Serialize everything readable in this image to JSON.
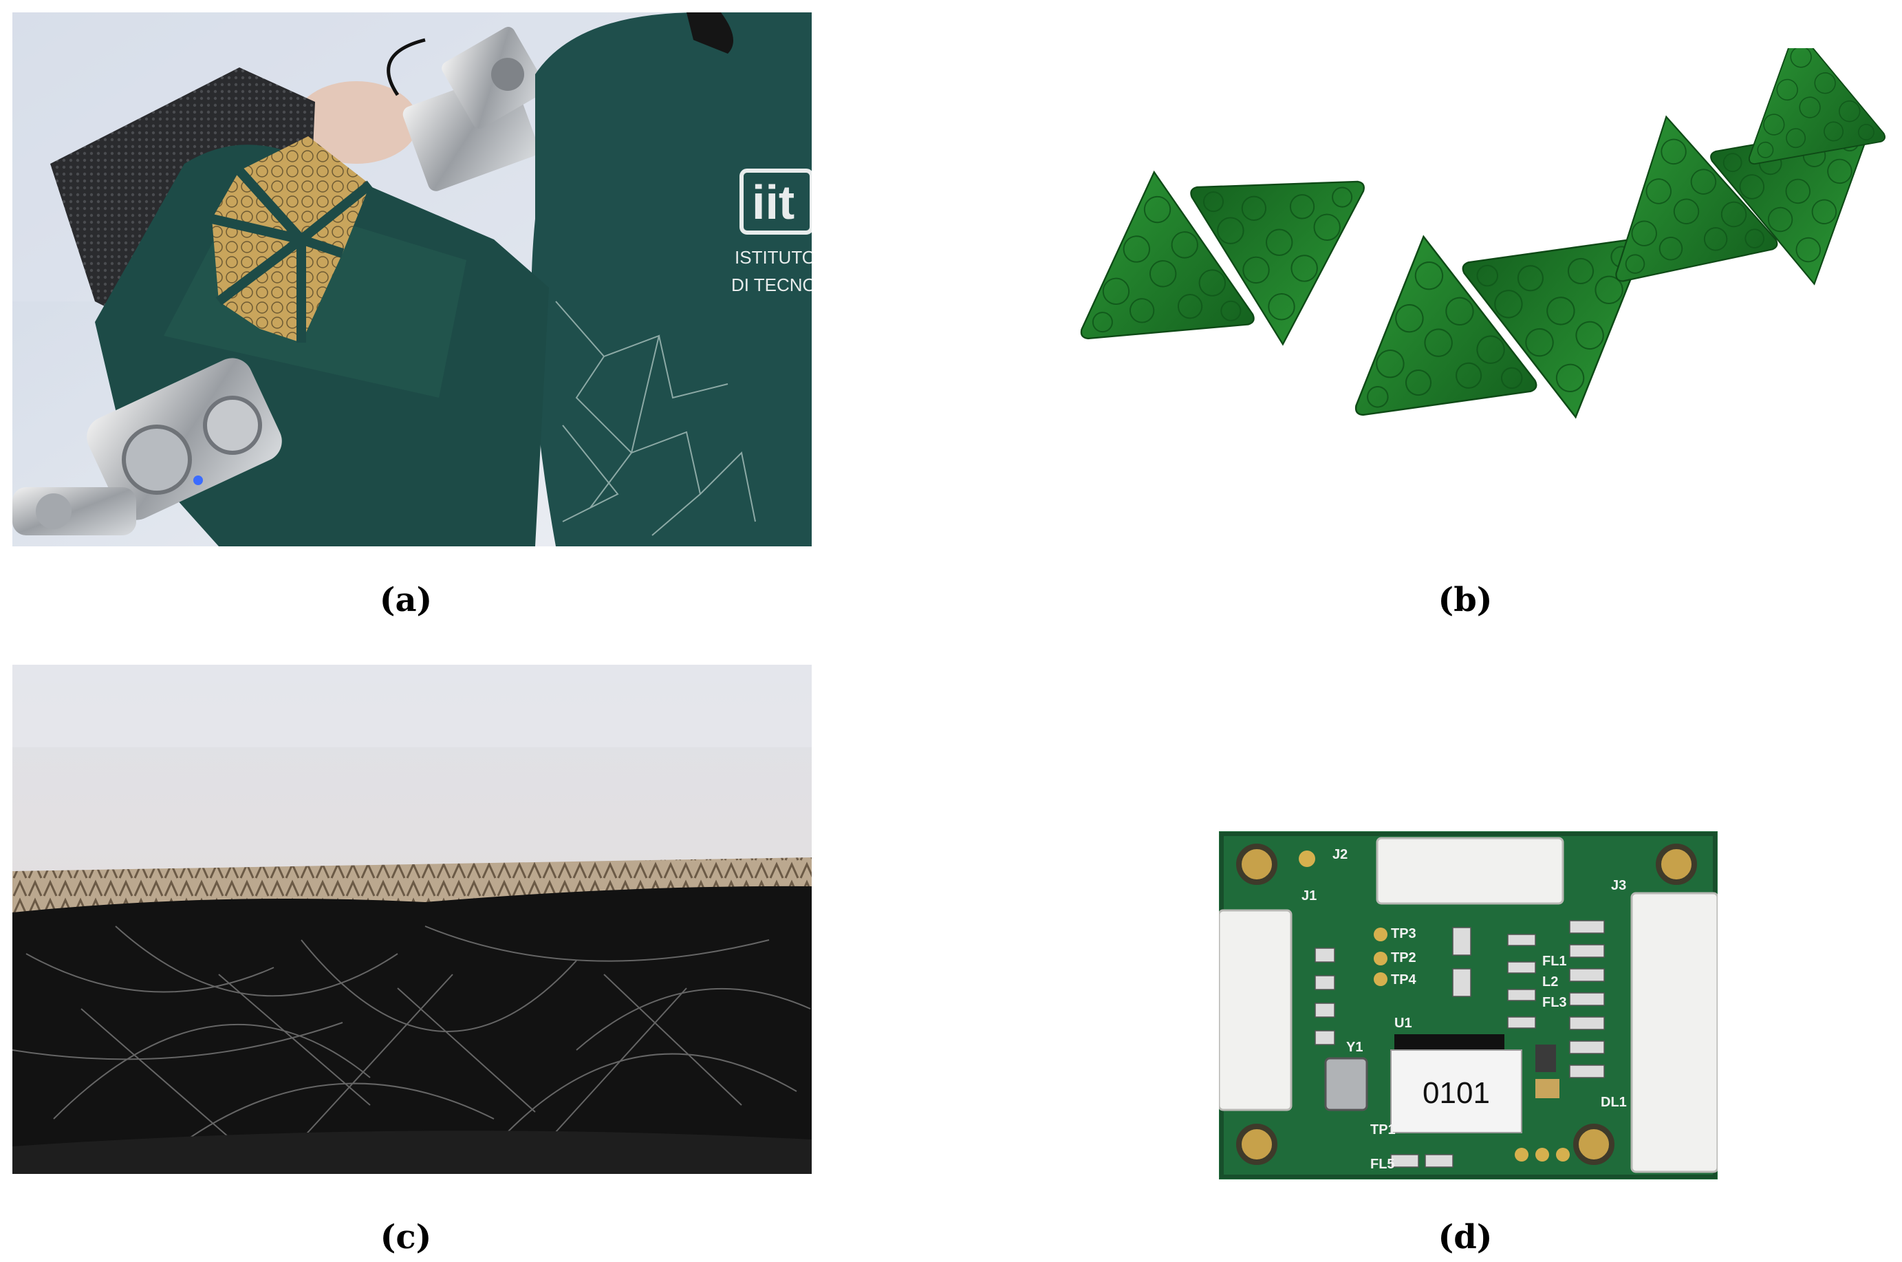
{
  "figure": {
    "panels": [
      {
        "caption": "(a)",
        "image_subject": "robot-arm-tactile-skin"
      },
      {
        "caption": "(b)",
        "image_subject": "green-triangular-sensor-modules"
      },
      {
        "caption": "(c)",
        "image_subject": "fabric-cross-section"
      },
      {
        "caption": "(d)",
        "image_subject": "printed-circuit-board"
      }
    ]
  },
  "robot_logo": {
    "text": "iit",
    "line1": "ISTITUTO",
    "line2": "DI TECNO"
  },
  "pcb": {
    "chip_label": "0101",
    "silk": [
      "J1",
      "J2",
      "J3",
      "TP3",
      "TP2",
      "TP4",
      "U1",
      "Y1",
      "FL3",
      "FL1",
      "DL1",
      "L2",
      "TP1",
      "FL5"
    ]
  },
  "colors": {
    "robot_cover": "#1f4f4c",
    "skin_gold": "#c9a55c",
    "sensor_green": "#1f7a2a",
    "pcb_green": "#1f6b3a",
    "fabric_top": "#d8c8b4",
    "fabric_bottom": "#121212"
  }
}
